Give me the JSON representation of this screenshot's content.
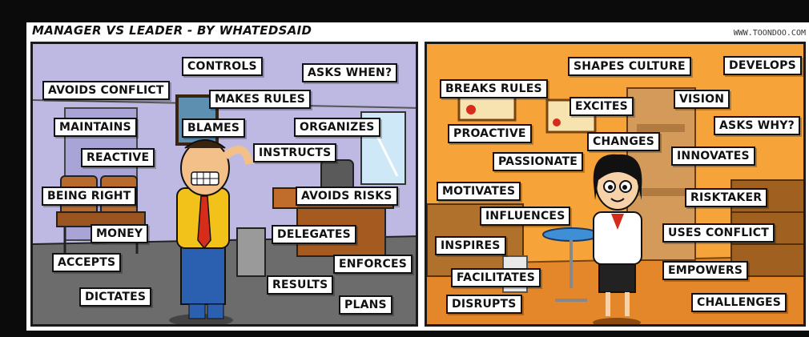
{
  "header": {
    "title": "MANAGER VS LEADER     - BY WHATEDSAID",
    "site": "WWW.TOONDOO.COM"
  },
  "colors": {
    "left_wall": "#bdb9e2",
    "right_wall": "#f6a33a",
    "manager_shirt": "#f2c21a",
    "manager_tie": "#d62c1a",
    "leader_coat": "#ffffff",
    "leader_skirt": "#222222"
  },
  "manager_words": {
    "controls": "CONTROLS",
    "asks_when": "ASKS WHEN?",
    "avoids_conflict": "AVOIDS CONFLICT",
    "makes_rules": "MAKES RULES",
    "maintains": "MAINTAINS",
    "blames": "BLAMES",
    "organizes": "ORGANIZES",
    "reactive": "REACTIVE",
    "instructs": "INSTRUCTS",
    "being_right": "BEING RIGHT",
    "avoids_risks": "AVOIDS RISKS",
    "money": "MONEY",
    "delegates": "DELEGATES",
    "accepts": "ACCEPTS",
    "enforces": "ENFORCES",
    "results": "RESULTS",
    "dictates": "DICTATES",
    "plans": "PLANS"
  },
  "leader_words": {
    "shapes_culture": "SHAPES CULTURE",
    "develops": "DEVELOPS",
    "breaks_rules": "BREAKS RULES",
    "excites": "EXCITES",
    "vision": "VISION",
    "proactive": "PROACTIVE",
    "changes": "CHANGES",
    "asks_why": "ASKS WHY?",
    "passionate": "PASSIONATE",
    "innovates": "INNOVATES",
    "motivates": "MOTIVATES",
    "influences": "INFLUENCES",
    "risktaker": "RISKTAKER",
    "inspires": "INSPIRES",
    "uses_conflict": "USES CONFLICT",
    "facilitates": "FACILITATES",
    "empowers": "EMPOWERS",
    "disrupts": "DISRUPTS",
    "challenges": "CHALLENGES"
  }
}
